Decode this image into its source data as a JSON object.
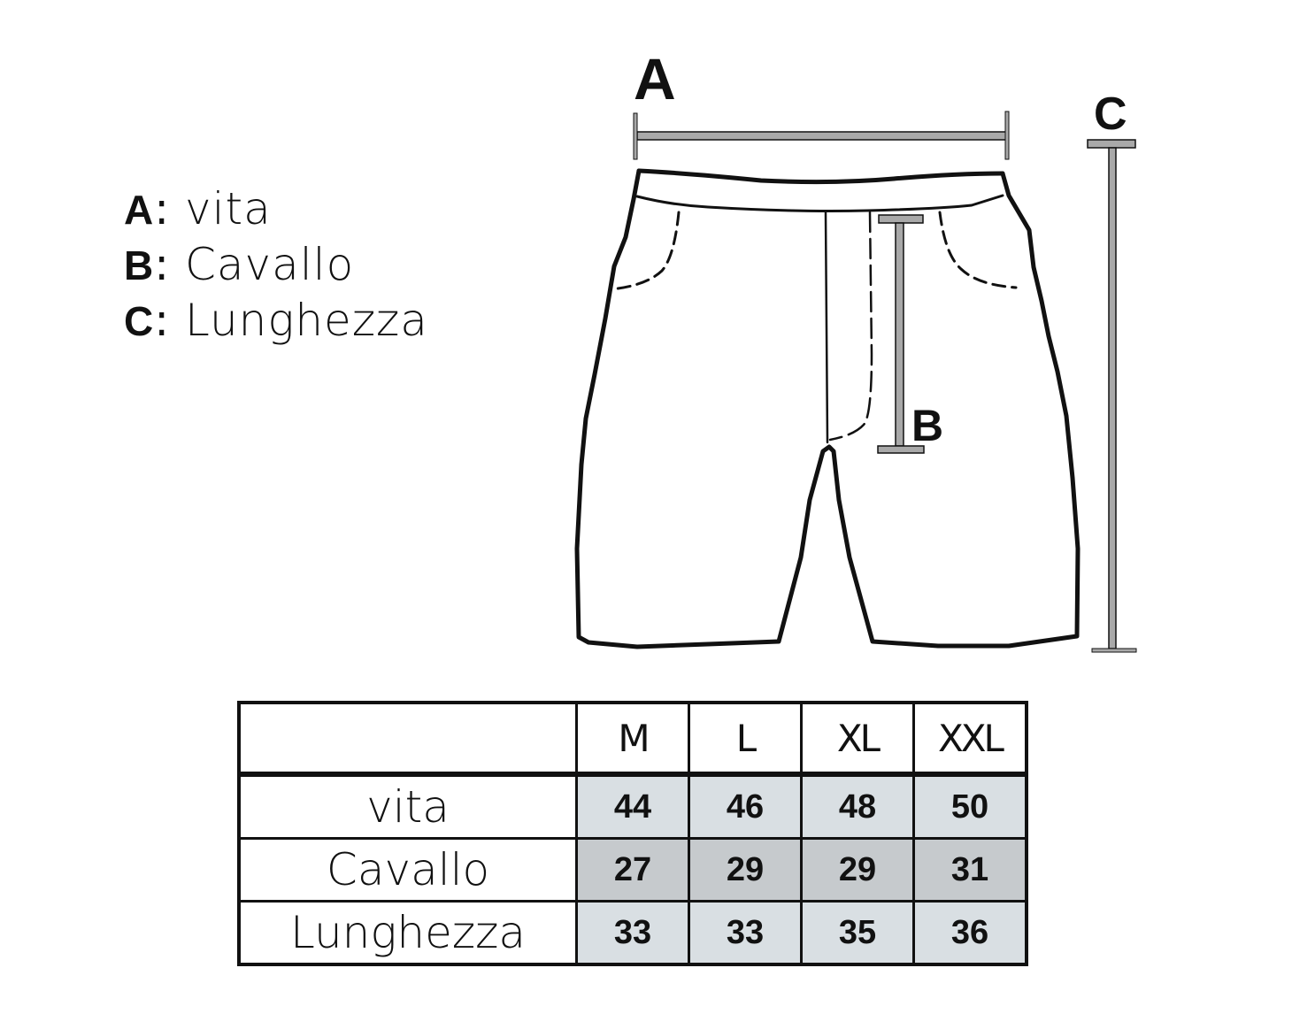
{
  "legend": [
    {
      "key": "A",
      "sep": ":",
      "label": "vita"
    },
    {
      "key": "B",
      "sep": ":",
      "label": "Cavallo"
    },
    {
      "key": "C",
      "sep": ":",
      "label": "Lunghezza"
    }
  ],
  "diagram": {
    "labels": {
      "a": "A",
      "b": "B",
      "c": "C"
    },
    "colors": {
      "outline": "#111111",
      "measure_bar": "#a9a9a9"
    }
  },
  "table": {
    "columns": [
      "M",
      "L",
      "XL",
      "XXL"
    ],
    "rows": [
      {
        "label": "vita",
        "values": [
          "44",
          "46",
          "48",
          "50"
        ]
      },
      {
        "label": "Cavallo",
        "values": [
          "27",
          "29",
          "29",
          "31"
        ]
      },
      {
        "label": "Lunghezza",
        "values": [
          "33",
          "33",
          "35",
          "36"
        ]
      }
    ],
    "colors": {
      "light_cell": "#d9dfe3",
      "dark_cell": "#c6cacd"
    }
  }
}
